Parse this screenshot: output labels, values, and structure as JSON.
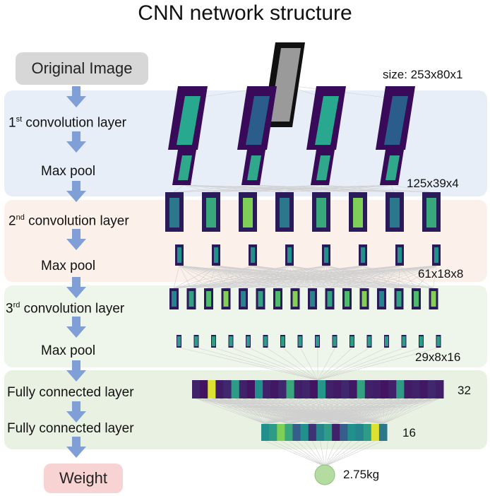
{
  "title": "CNN network structure",
  "left_column": {
    "original": "Original Image",
    "conv1_prefix": "1",
    "conv1_sup": "st",
    "conv1_suffix": " convolution layer",
    "pool1": "Max pool",
    "conv2_prefix": "2",
    "conv2_sup": "nd",
    "conv2_suffix": " convolution layer",
    "pool2": "Max pool",
    "conv3_prefix": "3",
    "conv3_sup": "rd",
    "conv3_suffix": " convolution layer",
    "pool3": "Max pool",
    "fc1": "Fully connected layer",
    "fc2": "Fully connected layer",
    "output": "Weight"
  },
  "dimensions": {
    "input": "size: 253x80x1",
    "block1": "125x39x4",
    "block2": "61x18x8",
    "block3": "29x8x16",
    "fc1": "32",
    "fc2": "16",
    "output": "2.75kg"
  },
  "colors": {
    "band1": "#e8eef8",
    "band2": "#fbf1ea",
    "band3": "#eef5ea",
    "band4": "#e9f2e2",
    "pill_gray": "#d7d7d7",
    "pill_pink": "#f8d3d3",
    "arrow": "#7f9fd6",
    "viridis_dark": "#440154",
    "viridis_mid": "#21908d",
    "viridis_yellow": "#fde725",
    "output_node": "#b5dca0"
  },
  "fc1_cells": [
    0.1,
    0.05,
    0.95,
    0.08,
    0.12,
    0.55,
    0.1,
    0.06,
    0.5,
    0.1,
    0.07,
    0.12,
    0.6,
    0.09,
    0.11,
    0.06,
    0.52,
    0.1,
    0.08,
    0.12,
    0.07,
    0.58,
    0.1,
    0.09,
    0.06,
    0.1,
    0.55,
    0.08,
    0.1,
    0.07,
    0.12,
    0.09
  ],
  "fc2_cells": [
    0.5,
    0.55,
    0.8,
    0.6,
    0.3,
    0.5,
    0.15,
    0.45,
    0.55,
    0.1,
    0.3,
    0.5,
    0.45,
    0.55,
    0.95,
    0.4
  ]
}
